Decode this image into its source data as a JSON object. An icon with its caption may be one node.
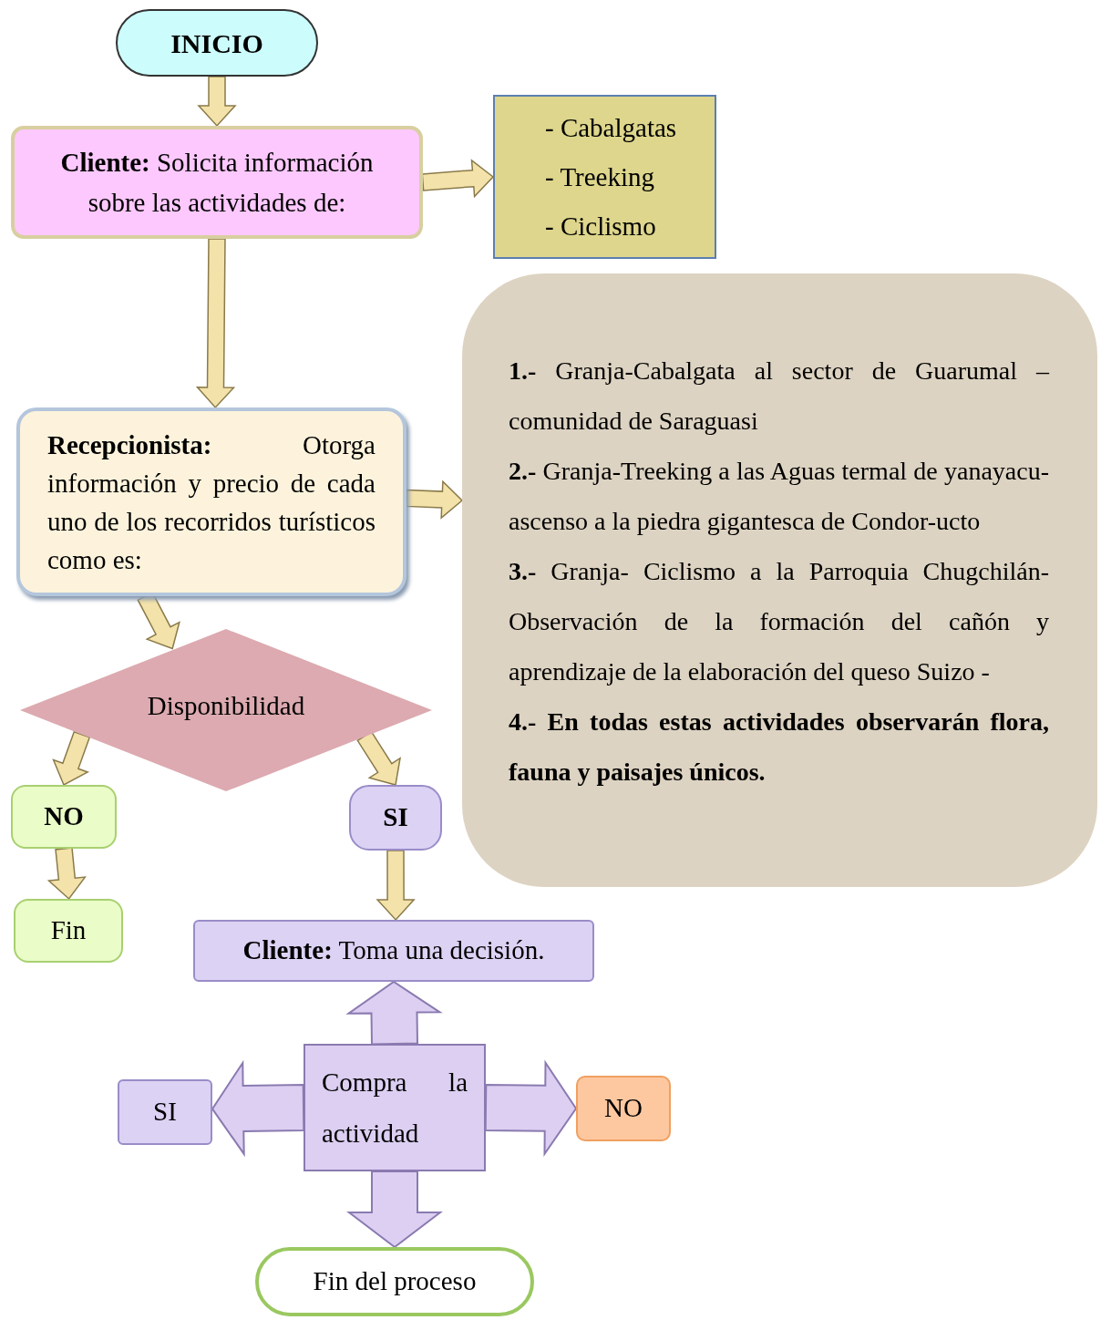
{
  "diagram": {
    "nodes": [
      {
        "text": [
          "INICIO"
        ]
      },
      {
        "text": [
          "**Cliente:** Solicita información sobre las actividades de:"
        ]
      },
      {
        "text": [
          "- Cabalgatas",
          "- Treeking",
          "- Ciclismo"
        ]
      },
      {
        "text": [
          "**Recepcionista:** Otorga información y precio de cada uno de los recorridos turísticos como es:"
        ]
      },
      {
        "text": [
          "**1.-** Granja-Cabalgata al sector de Guarumal – comunidad de Saraguasi",
          "**2.-** Granja-Treeking a las Aguas termal de yanayacu-ascenso a la piedra gigantesca de Condor-ucto",
          "**3.-** Granja- Ciclismo a la Parroquia Chugchilán-Observación de la formación del cañón y aprendizaje de la elaboración del queso Suizo -",
          "4.- En todas estas actividades observarán flora, fauna y paisajes únicos."
        ]
      },
      {
        "text": [
          "Disponibilidad"
        ]
      },
      {
        "text": [
          "NO"
        ]
      },
      {
        "text": [
          "SI"
        ]
      },
      {
        "text": [
          "Fin"
        ]
      },
      {
        "text": [
          "**Cliente:** Toma una decisión."
        ]
      },
      {
        "text": [
          "Compra la actividad"
        ]
      },
      {
        "text": [
          "SI"
        ]
      },
      {
        "text": [
          "NO"
        ]
      },
      {
        "text": [
          "Fin del proceso"
        ]
      }
    ],
    "edges": [
      {
        "from": 0,
        "to": 1,
        "arrow": "to"
      },
      {
        "from": 1,
        "to": 2,
        "arrow": "to"
      },
      {
        "from": 1,
        "to": 3,
        "arrow": "to"
      },
      {
        "from": 3,
        "to": 4,
        "arrow": "to"
      },
      {
        "from": 3,
        "to": 5,
        "arrow": "to"
      },
      {
        "from": 5,
        "to": 6,
        "arrow": "to"
      },
      {
        "from": 5,
        "to": 7,
        "arrow": "to"
      },
      {
        "from": 6,
        "to": 8,
        "arrow": "to"
      },
      {
        "from": 7,
        "to": 9,
        "arrow": "to"
      },
      {
        "from": 10,
        "to": 9,
        "arrow": "to",
        "style": "thick",
        "color": "#dccff2"
      },
      {
        "from": 10,
        "to": 11,
        "arrow": "to",
        "style": "thick",
        "color": "#dccff2"
      },
      {
        "from": 10,
        "to": 12,
        "arrow": "to",
        "style": "thick",
        "color": "#dccff2"
      },
      {
        "from": 10,
        "to": 13,
        "arrow": "to",
        "style": "thick",
        "color": "#dccff2"
      }
    ]
  }
}
